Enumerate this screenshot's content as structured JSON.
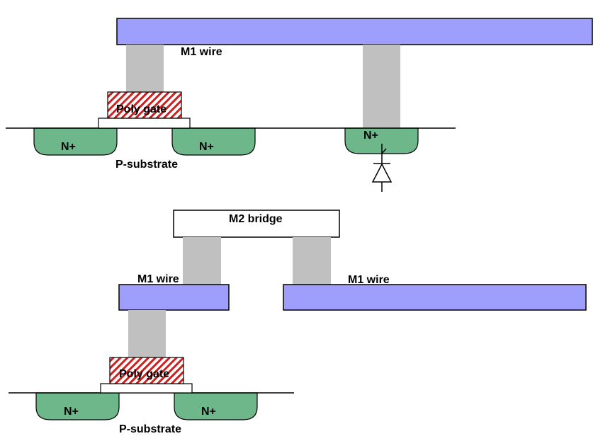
{
  "labels": {
    "m1_wire": "M1 wire",
    "poly_gate": "Poly gate",
    "n_plus": "N+",
    "p_substrate": "P-substrate",
    "m2_bridge": "M2 bridge"
  },
  "colors": {
    "metal1": "#9E9EFD",
    "via": "#C0C0C0",
    "n_diffusion": "#6DB78B",
    "poly_hatch": "#CC2020",
    "outline": "#000000",
    "bridge_fill": "#FFFFFF"
  },
  "icons": [
    "diode-icon"
  ]
}
